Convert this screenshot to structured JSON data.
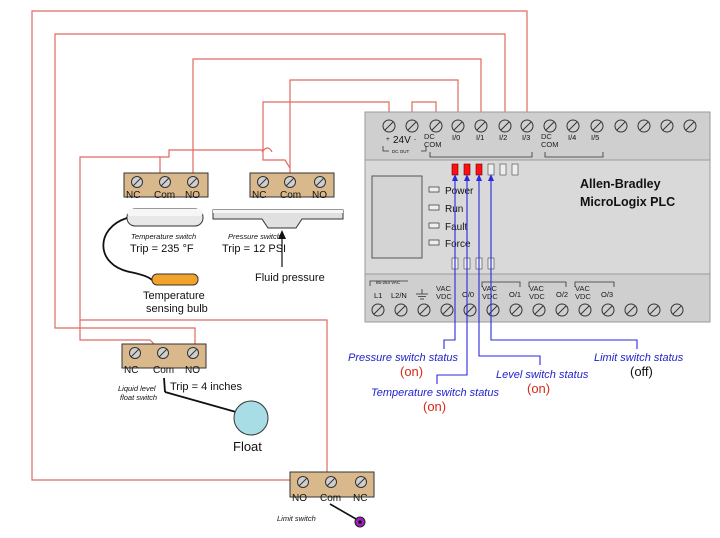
{
  "plc": {
    "brand": "Allen-Bradley",
    "model": "MicroLogix PLC",
    "top_terminals": [
      "24V",
      "DC COM",
      "I/0",
      "I/1",
      "I/2",
      "I/3",
      "DC COM",
      "I/4",
      "I/5"
    ],
    "dc_out": "DC OUT",
    "top_plus": "+",
    "top_minus": "-",
    "bottom_small": "85-264 VAC",
    "bottom_terminals": [
      "L1",
      "L2/N",
      "VAC VDC",
      "O/0",
      "VAC VDC",
      "O/1",
      "VAC VDC",
      "O/2",
      "VAC VDC",
      "O/3"
    ],
    "status_labels": [
      "Power",
      "Run",
      "Fault",
      "Force"
    ]
  },
  "switches": {
    "temperature": {
      "caption": "Temperature switch",
      "trip": "Trip = 235 °F",
      "terminals": [
        "NC",
        "Com",
        "NO"
      ],
      "bulb_label_1": "Temperature",
      "bulb_label_2": "sensing bulb"
    },
    "pressure": {
      "caption": "Pressure switch",
      "trip": "Trip = 12 PSI",
      "terminals": [
        "NC",
        "Com",
        "NO"
      ],
      "input_label": "Fluid pressure"
    },
    "level": {
      "caption_1": "Liquid level",
      "caption_2": "float switch",
      "trip": "Trip = 4 inches",
      "terminals": [
        "NC",
        "Com",
        "NO"
      ],
      "float_label": "Float"
    },
    "limit": {
      "caption": "Limit switch",
      "terminals": [
        "NO",
        "Com",
        "NC"
      ]
    }
  },
  "status": {
    "pressure": {
      "label": "Pressure switch status",
      "value": "(on)"
    },
    "temperature": {
      "label": "Temperature switch status",
      "value": "(on)"
    },
    "level": {
      "label": "Level switch status",
      "value": "(on)"
    },
    "limit": {
      "label": "Limit switch status",
      "value": "(off)"
    }
  },
  "colors": {
    "wire": "#e06a60",
    "status_wire": "#2a2adf",
    "led_on": "#ff1010",
    "terminal_block": "#d9b88c",
    "float": "#a9dde6",
    "bulb": "#f4a32a",
    "limit_knob": "#9b1fb8"
  }
}
